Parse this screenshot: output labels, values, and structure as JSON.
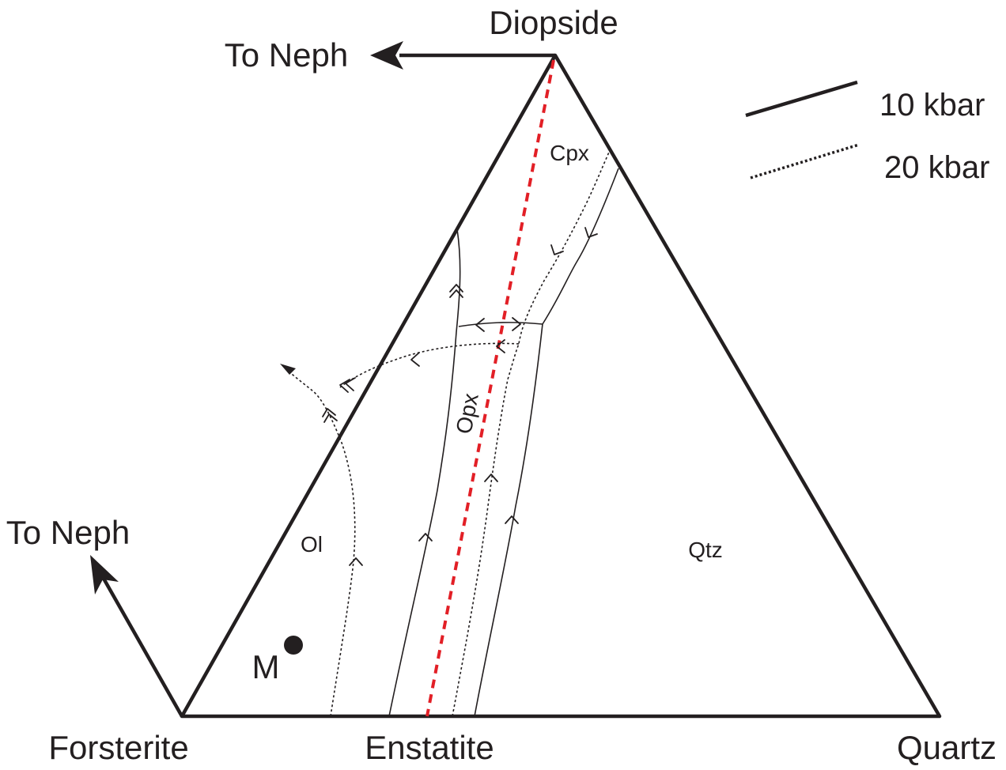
{
  "vertices": {
    "top": "Diopside",
    "bottom_left": "Forsterite",
    "bottom_middle": "Enstatite",
    "bottom_right": "Quartz"
  },
  "arrows": {
    "top": "To Neph",
    "left": "To Neph"
  },
  "legend": {
    "solid": "10 kbar",
    "dotted": "20 kbar"
  },
  "fields": {
    "cpx": "Cpx",
    "opx": "Opx",
    "ol": "Ol",
    "qtz": "Qtz"
  },
  "point": {
    "label": "M"
  },
  "colors": {
    "ink": "#231f20",
    "join": "#e21f26"
  }
}
